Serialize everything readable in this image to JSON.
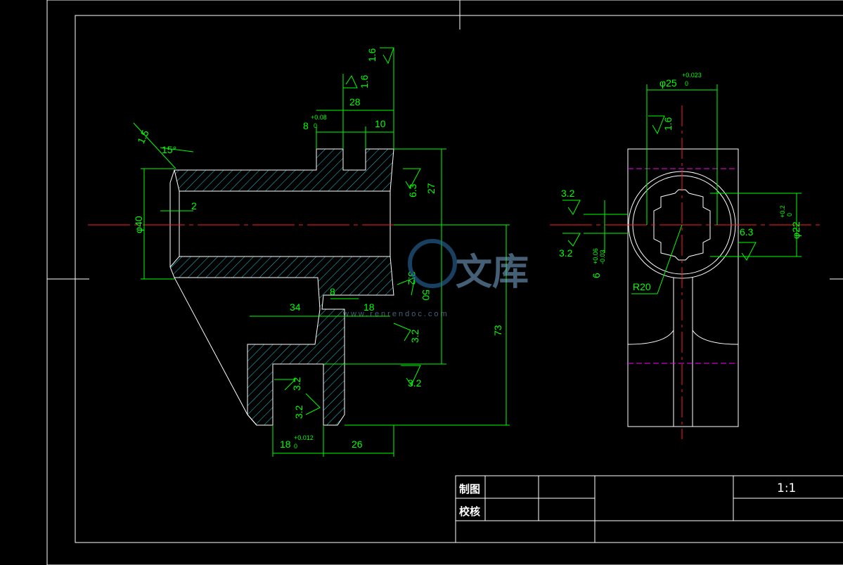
{
  "title_block": {
    "drawn_label": "制图",
    "checked_label": "校核",
    "scale": "1:1"
  },
  "dims_left": {
    "ra_top": "1.6",
    "ra_mid": "1.6",
    "d28": "28",
    "d8": "8",
    "d8_tol_up": "+0.08",
    "d8_tol_lo": "0",
    "d10": "10",
    "chamfer": "1.5",
    "angle": "15°",
    "d2": "2",
    "phi40": "φ40",
    "ra63": "6.3",
    "d27": "27",
    "ra32a": "3.2",
    "d50": "50",
    "d8b": "8",
    "d34": "34",
    "d18": "18",
    "ra32b": "3.2",
    "d73": "73",
    "ra32c": "3.2",
    "ra32d": "3.2",
    "ra32e": "3.2",
    "d18b": "18",
    "d18b_tol_up": "+0.012",
    "d18b_tol_lo": "0",
    "d26": "26"
  },
  "dims_right": {
    "phi25": "φ25",
    "phi25_up": "+0.023",
    "phi25_lo": "0",
    "ra16": "1.6",
    "ra32a": "3.2",
    "ra32b": "3.2",
    "d6": "6",
    "d6_up": "+0.06",
    "d6_lo": "-0.03",
    "r20": "R20",
    "ra63": "6.3",
    "phi22": "φ22",
    "phi22_up": "+0.2",
    "phi22_lo": "0"
  },
  "watermark": {
    "brand": "文库",
    "url": "www.renrendoc.com"
  }
}
